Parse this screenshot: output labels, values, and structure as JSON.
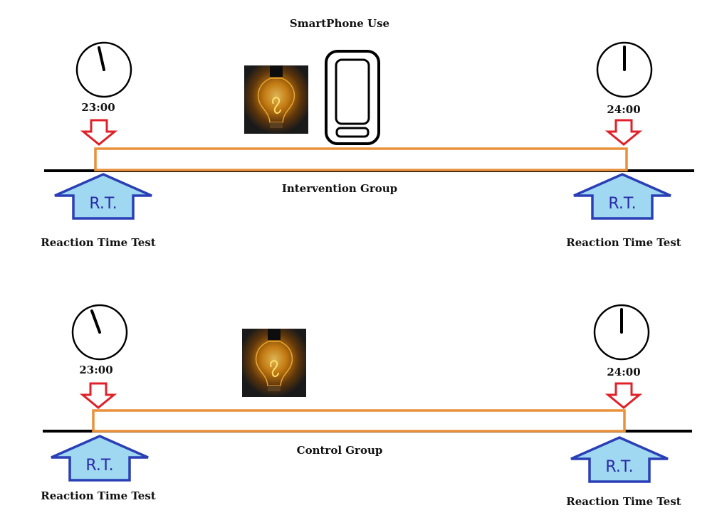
{
  "header": {
    "title": "SmartPhone Use"
  },
  "intervention": {
    "group_label": "Intervention Group",
    "start_time": "23:00",
    "end_time": "24:00",
    "rt_left": "R.T.",
    "rt_right": "R.T.",
    "test_left": "Reaction Time Test",
    "test_right": "Reaction Time Test",
    "icons": [
      "clock-icon",
      "down-arrow-icon",
      "light-bulb-icon",
      "smartphone-icon",
      "up-arrow-icon"
    ]
  },
  "control": {
    "group_label": "Control Group",
    "start_time": "23:00",
    "end_time": "24:00",
    "rt_left": "R.T.",
    "rt_right": "R.T.",
    "test_left": "Reaction Time Test",
    "test_right": "Reaction Time Test",
    "icons": [
      "clock-icon",
      "down-arrow-icon",
      "light-bulb-icon",
      "up-arrow-icon"
    ]
  },
  "colors": {
    "timeline": "#000000",
    "interval_bar": "#e8903a",
    "down_arrow_stroke": "#e0212a",
    "up_arrow_fill": "#9fd8f0",
    "up_arrow_stroke": "#2a3fb5",
    "bulb_bg": "#1a1a1a",
    "bulb_glow": "#f0a020"
  }
}
